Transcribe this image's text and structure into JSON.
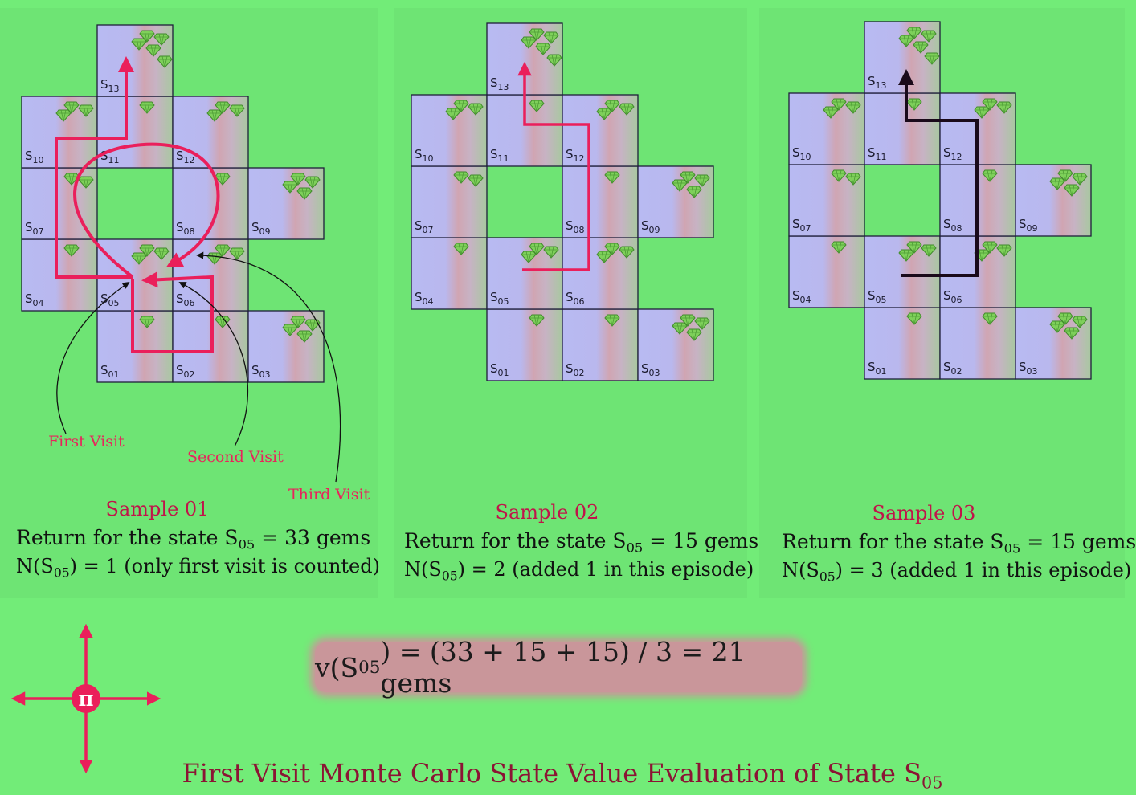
{
  "state_prefix": "S",
  "grid_states": [
    "01",
    "02",
    "03",
    "04",
    "05",
    "06",
    "07",
    "08",
    "09",
    "10",
    "11",
    "12",
    "13"
  ],
  "panels": [
    {
      "title": "Sample 01",
      "return_prefix": "Return for the state S",
      "return_sub": "05",
      "return_suffix": " = 33 gems",
      "count_prefix": "N(S",
      "count_sub": "05",
      "count_suffix": ") = 1 (only first visit is counted)",
      "path_color": "#ea1f5b"
    },
    {
      "title": "Sample 02",
      "return_prefix": "Return for the state S",
      "return_sub": "05",
      "return_suffix": " = 15 gems",
      "count_prefix": "N(S",
      "count_sub": "05",
      "count_suffix": ") = 2 (added 1 in this episode)",
      "path_color": "#ea1f5b"
    },
    {
      "title": "Sample 03",
      "return_prefix": "Return for the state S",
      "return_sub": "05",
      "return_suffix": " = 15 gems",
      "count_prefix": "N(S",
      "count_sub": "05",
      "count_suffix": ") = 3 (added 1 in this episode)",
      "path_color": "#1a0a1a"
    }
  ],
  "visit_labels": {
    "first": "First Visit",
    "second": "Second Visit",
    "third": "Third Visit"
  },
  "formula": {
    "prefix": "v(S",
    "sub": "05",
    "suffix": ") = (33 + 15 + 15) / 3 = 21 gems"
  },
  "policy_symbol": "π",
  "footer": {
    "title_prefix": "First Visit Monte Carlo State Value Evaluation of State S",
    "title_sub": "05"
  },
  "colors": {
    "background": "#72ec78",
    "cell_fill": "#b6b8f0",
    "gem": "#7ed05a",
    "accent": "#ea1f5b",
    "formula_bg": "#c9969a"
  },
  "icons": [
    "gem-icon",
    "compass-arrows-icon",
    "pi-icon"
  ]
}
